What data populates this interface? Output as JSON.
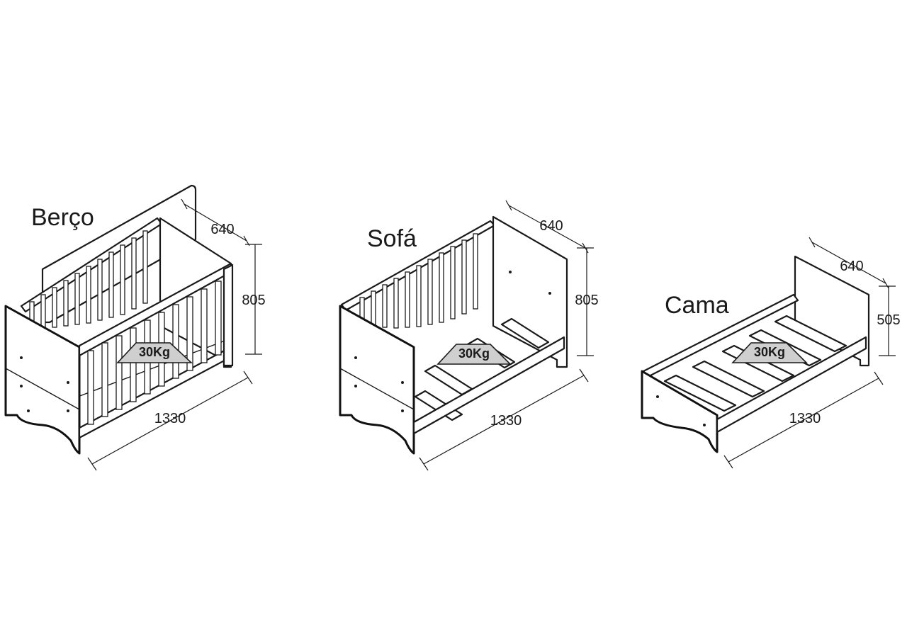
{
  "configurations": [
    {
      "title": "Berço",
      "depth": "640",
      "height": "805",
      "width": "1330",
      "load": "30Kg"
    },
    {
      "title": "Sofá",
      "depth": "640",
      "height": "805",
      "width": "1330",
      "load": "30Kg"
    },
    {
      "title": "Cama",
      "depth": "640",
      "height": "505",
      "width": "1330",
      "load": "30Kg"
    }
  ]
}
